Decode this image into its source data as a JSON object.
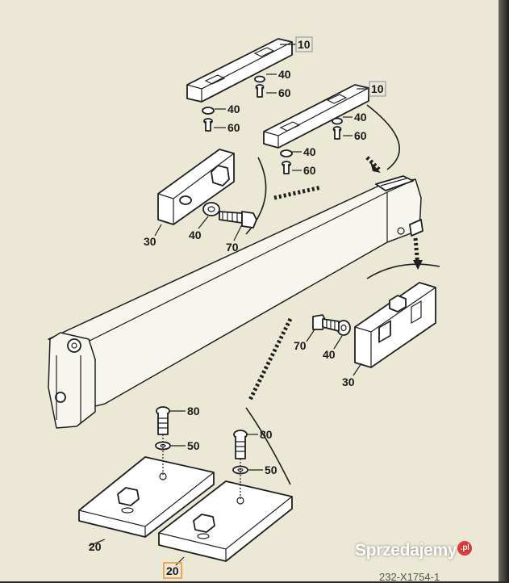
{
  "diagram": {
    "callouts": [
      {
        "id": "c10a",
        "label": "10"
      },
      {
        "id": "c40a",
        "label": "40"
      },
      {
        "id": "c60a",
        "label": "60"
      },
      {
        "id": "c40b",
        "label": "40"
      },
      {
        "id": "c60b",
        "label": "60"
      },
      {
        "id": "c10b",
        "label": "10"
      },
      {
        "id": "c40c",
        "label": "40"
      },
      {
        "id": "c60c",
        "label": "60"
      },
      {
        "id": "c40d",
        "label": "40"
      },
      {
        "id": "c60d",
        "label": "60"
      },
      {
        "id": "c30a",
        "label": "30"
      },
      {
        "id": "c40e",
        "label": "40"
      },
      {
        "id": "c70a",
        "label": "70"
      },
      {
        "id": "c70b",
        "label": "70"
      },
      {
        "id": "c40f",
        "label": "40"
      },
      {
        "id": "c30b",
        "label": "30"
      },
      {
        "id": "c80a",
        "label": "80"
      },
      {
        "id": "c50a",
        "label": "50"
      },
      {
        "id": "c80b",
        "label": "80"
      },
      {
        "id": "c50b",
        "label": "50"
      },
      {
        "id": "c20a",
        "label": "20"
      },
      {
        "id": "c20b",
        "label": "20"
      }
    ],
    "highlighted_callout": "20",
    "document_code": "232-X1754-1"
  },
  "watermark": {
    "text": "Sprzedajemy",
    "suffix": ".pl"
  },
  "colors": {
    "paper": "#ebe8d5",
    "ink": "#1f1f1f",
    "callout_box": "#9a9ab0",
    "highlight_box": "#e89a3a",
    "watermark_badge": "#e23a3a"
  }
}
